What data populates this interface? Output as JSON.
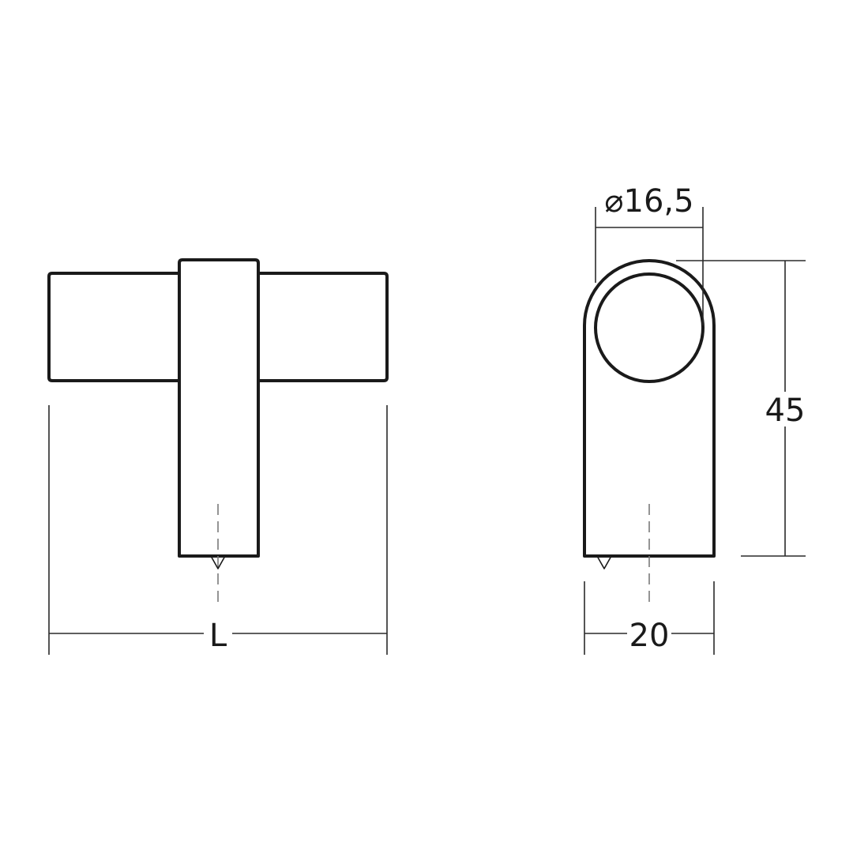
{
  "front_view": {
    "length_label": "L"
  },
  "side_view": {
    "diameter_label": "⌀16,5",
    "height_label": "45",
    "width_label": "20"
  },
  "colors": {
    "line": "#1a1a1a",
    "centerline": "#7a7a7a",
    "background": "#ffffff"
  }
}
